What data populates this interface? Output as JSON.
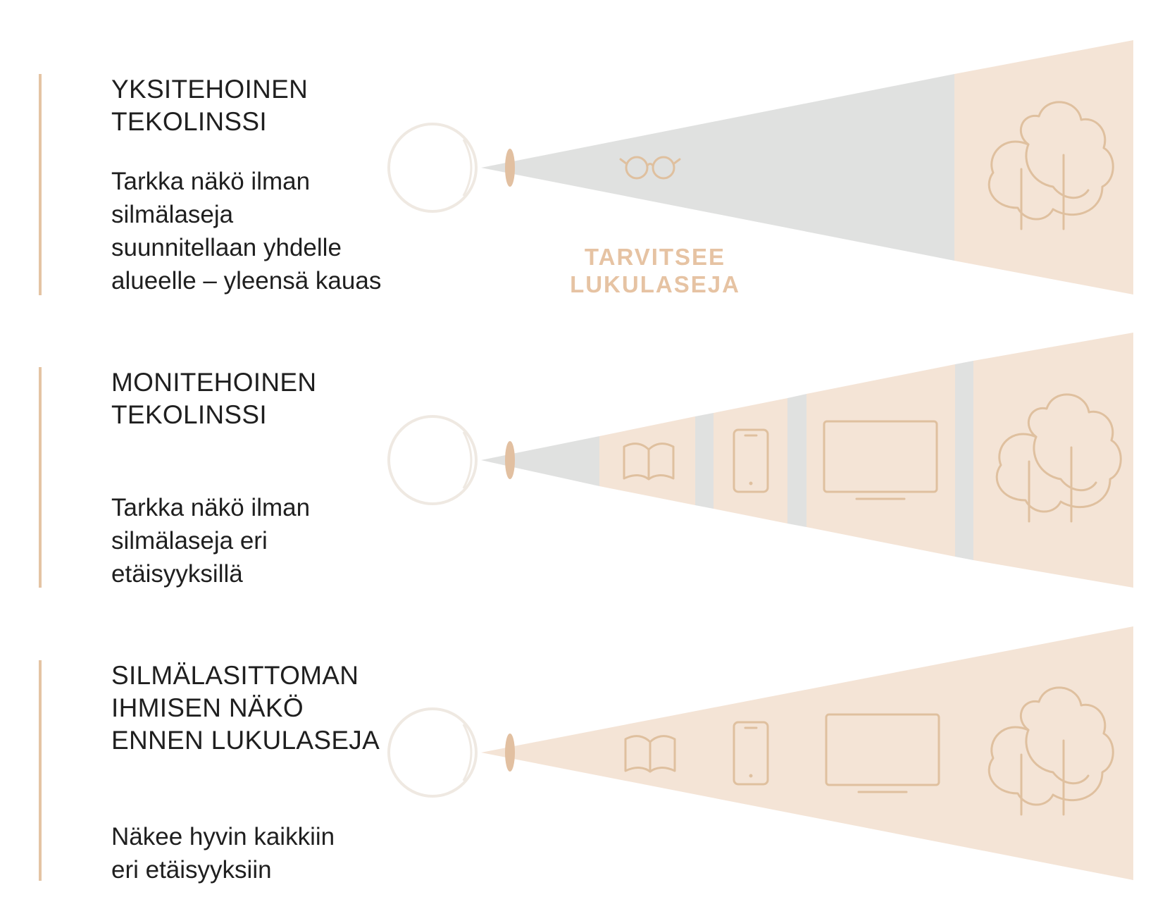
{
  "rows": [
    {
      "title": "YKSITEHOINEN\nTEKOLINSSI",
      "description": "Tarkka näkö ilman\nsilmälaseja\nsuunnitellaan yhdelle\nalueelle – yleensä kauas",
      "note": "TARVITSEE\nLUKULASEJA",
      "icons": [
        "glasses-icon",
        "tree-icon"
      ]
    },
    {
      "title": "MONITEHOINEN\nTEKOLINSSI",
      "description": "Tarkka näkö ilman\nsilmälaseja eri\netäisyyksillä",
      "icons": [
        "book-icon",
        "phone-icon",
        "tv-icon",
        "tree-icon"
      ]
    },
    {
      "title": "SILMÄLASITTOMAN\nIHMISEN NÄKÖ\nENNEN LUKULASEJA",
      "description": "Näkee hyvin kaikkiin\neri etäisyyksiin",
      "icons": [
        "book-icon",
        "phone-icon",
        "tv-icon",
        "tree-icon"
      ]
    }
  ],
  "colors": {
    "accent": "#e4c4a4",
    "focus_zone": "#f4e4d6",
    "blur_zone": "#e0e1e0",
    "icon_line": "#dfc09f",
    "eye_outline": "#efe9e2",
    "lens": "#e2c0a1"
  }
}
